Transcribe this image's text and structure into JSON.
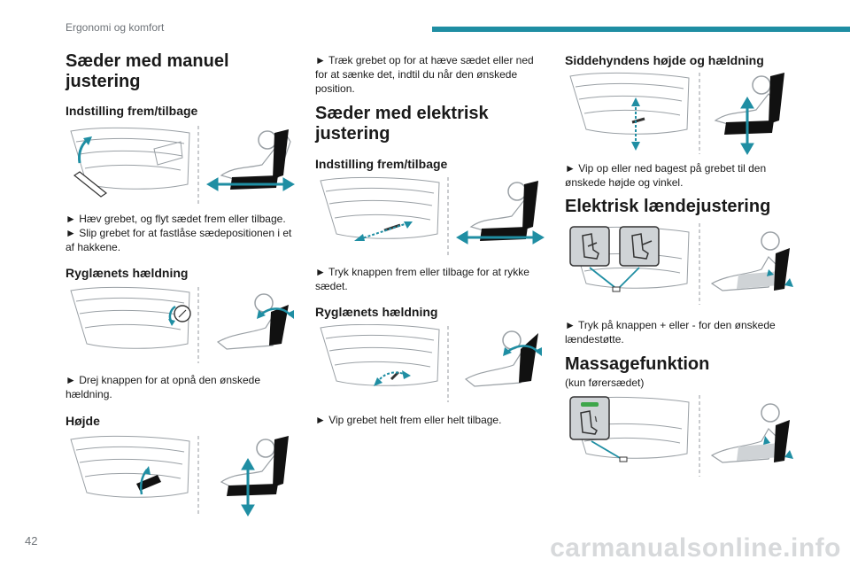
{
  "header": {
    "section": "Ergonomi og komfort"
  },
  "page_number": "42",
  "watermark": "carmanualsonline.info",
  "colors": {
    "accent": "#1f8ea3",
    "arrow_blue": "#1f8ea3",
    "button_green": "#3ea64a"
  },
  "col1": {
    "title": "Sæder med manuel justering",
    "s1_heading": "Indstilling frem/tilbage",
    "s1_p1": "► Hæv grebet, og flyt sædet frem eller tilbage.",
    "s1_p2": "► Slip grebet for at fastlåse sædepositionen i et af hakkene.",
    "s2_heading": "Ryglænets hældning",
    "s2_p1": "► Drej knappen for at opnå den ønskede hældning.",
    "s3_heading": "Højde"
  },
  "col2": {
    "intro": "► Træk grebet op for at hæve sædet eller ned for at sænke det, indtil du når den ønskede position.",
    "title": "Sæder med elektrisk justering",
    "s1_heading": "Indstilling frem/tilbage",
    "s1_p1": "► Tryk knappen frem eller tilbage for at rykke sædet.",
    "s2_heading": "Ryglænets hældning",
    "s2_p1": "► Vip grebet helt frem eller helt tilbage."
  },
  "col3": {
    "s1_heading": "Siddehyndens højde og hældning",
    "s1_p1": "► Vip op eller ned bagest på grebet til den ønskede højde og vinkel.",
    "title2": "Elektrisk lændejustering",
    "s2_p1": "► Tryk på knappen + eller - for den ønskede lændestøtte.",
    "title3": "Massagefunktion",
    "s3_p1": "(kun førersædet)"
  }
}
